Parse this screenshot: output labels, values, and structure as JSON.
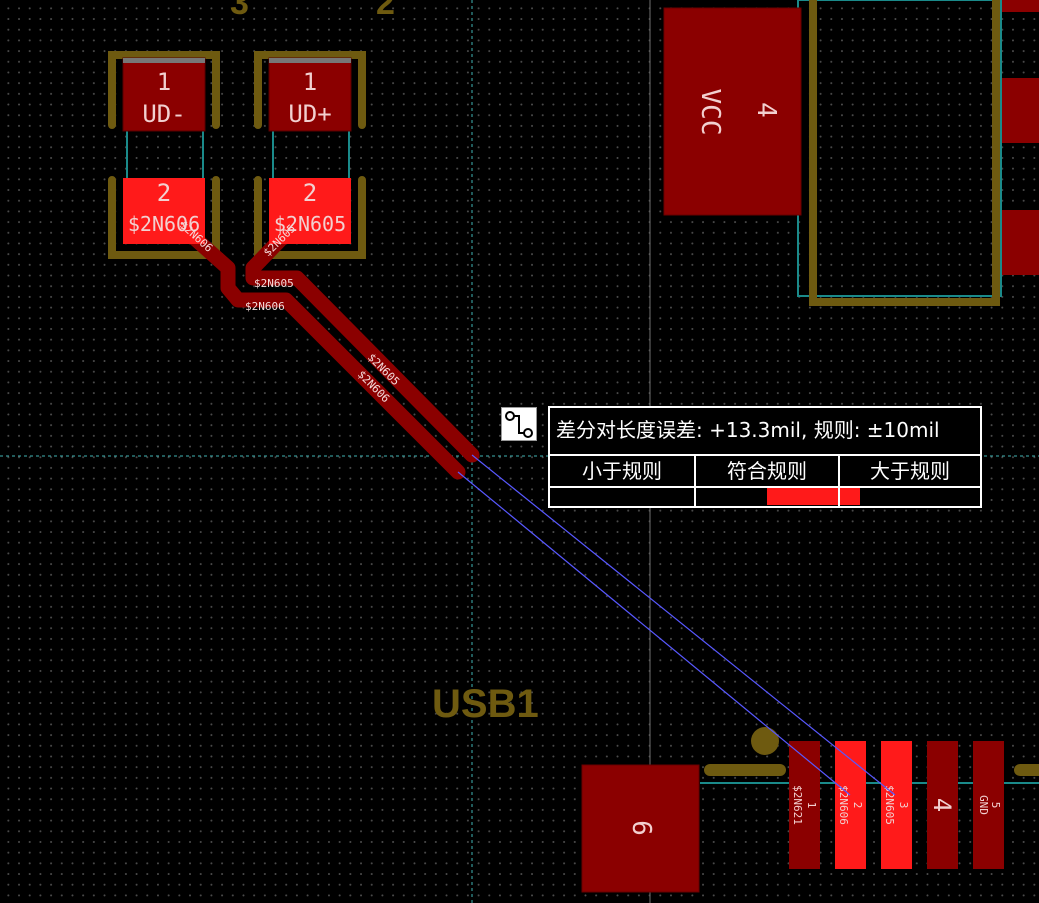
{
  "silkscreen": {
    "top_left_numbers": [
      "3",
      "2"
    ],
    "ref_designator": "USB1"
  },
  "pads": {
    "ud_minus": {
      "pin": "1",
      "net": "UD-"
    },
    "ud_plus": {
      "pin": "1",
      "net": "UD+"
    },
    "n606_pad": {
      "pin": "2",
      "net": "$2N606"
    },
    "n605_pad": {
      "pin": "2",
      "net": "$2N605"
    },
    "vcc": {
      "pin": "4",
      "net": "VCC"
    },
    "usb_pad6": {
      "pin": "6"
    },
    "usb_pins": [
      {
        "pin": "1",
        "net": "$2N621"
      },
      {
        "pin": "2",
        "net": "$2N606"
      },
      {
        "pin": "3",
        "net": "$2N605"
      },
      {
        "pin": "4",
        "net": ""
      },
      {
        "pin": "5",
        "net": "GND"
      }
    ]
  },
  "trace_labels": {
    "n606_short": "$2N606",
    "n605_short": "$2N605",
    "n605_h": "$2N605",
    "n606_h": "$2N606",
    "n605_diag": "$2N605",
    "n606_diag": "$2N606"
  },
  "diff_pair_tool": {
    "title": "差分对长度误差: +13.3mil, 规则: ±10mil",
    "columns": [
      "小于规则",
      "符合规则",
      "大于规则"
    ],
    "tolerance_pct": 0.5
  },
  "colors": {
    "pad_dark": "#8b0000",
    "pad_selected": "#ff1a1a",
    "silkscreen": "#6e5a10",
    "outline_teal": "#1a8a8a",
    "ratsnest": "#5858ff",
    "guide": "#3fb4b4"
  }
}
